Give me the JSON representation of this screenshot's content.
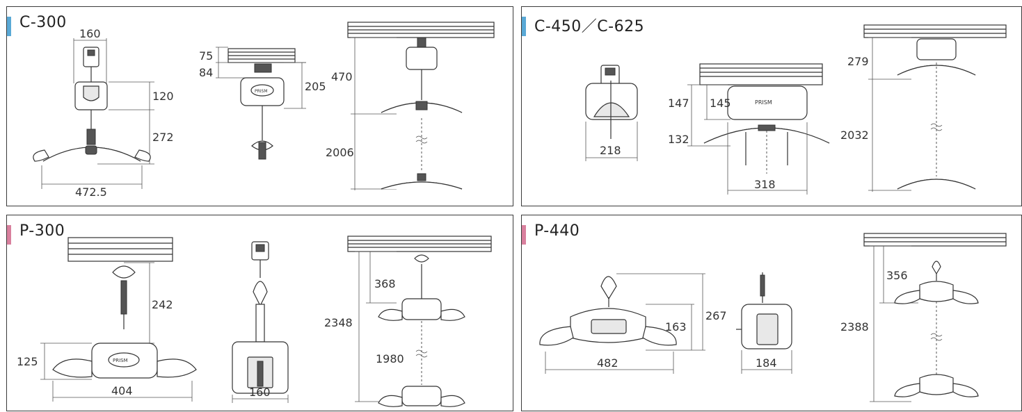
{
  "colors": {
    "accent_blue": "#5aa9d6",
    "accent_pink": "#d9809e",
    "line": "#333333"
  },
  "panels": {
    "c300": {
      "title": "C-300",
      "dims": {
        "top_width": "160",
        "body": "120",
        "hanger": "272",
        "bar_width": "472.5",
        "rail_a": "75",
        "rail_b": "84",
        "side_total": "205",
        "upper": "470",
        "lower": "2006"
      }
    },
    "c450": {
      "title": "C-450／C-625",
      "dims": {
        "width_front": "218",
        "h1": "147",
        "h2": "145",
        "h3": "132",
        "width_side": "318",
        "upper": "279",
        "lower": "2032"
      }
    },
    "p300": {
      "title": "P-300",
      "dims": {
        "hanger": "242",
        "body": "125",
        "width": "404",
        "side_width": "160",
        "total": "2348",
        "upper": "368",
        "lower": "1980"
      }
    },
    "p440": {
      "title": "P-440",
      "dims": {
        "outer": "267",
        "body": "163",
        "width": "482",
        "side_width": "184",
        "upper": "356",
        "total": "2388"
      }
    }
  },
  "labels": {
    "brand": "PRISM"
  }
}
